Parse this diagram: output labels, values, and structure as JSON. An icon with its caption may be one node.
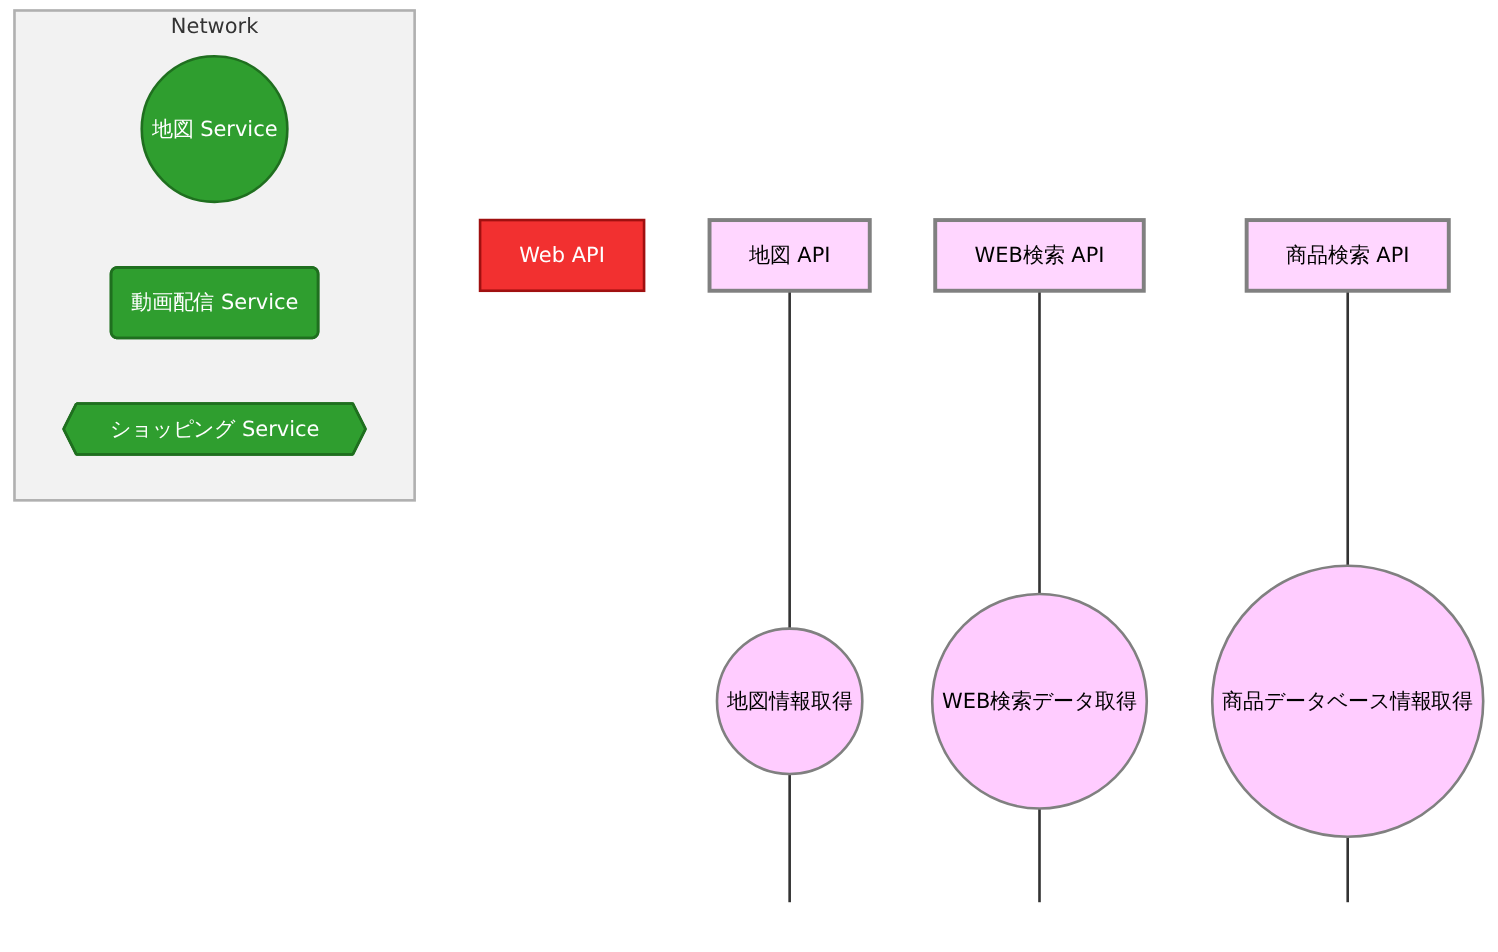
{
  "diagram": {
    "nodes": [
      {
        "text": [
          "Network"
        ]
      },
      {
        "text": [
          "地図 Service"
        ],
        "in": 0
      },
      {
        "text": [
          "動画配信 Service"
        ],
        "in": 0
      },
      {
        "text": [
          "ショッピング Service"
        ],
        "in": 0
      },
      {
        "text": [
          "Web API"
        ]
      },
      {
        "text": [
          "地図 API"
        ]
      },
      {
        "text": [
          "WEB検索 API"
        ]
      },
      {
        "text": [
          "商品検索 API"
        ]
      },
      {
        "text": [
          "地図情報取得"
        ]
      },
      {
        "text": [
          "WEB検索データ取得"
        ]
      },
      {
        "text": [
          "商品データベース情報取得"
        ]
      }
    ],
    "edges": [
      {
        "from": 5,
        "to": 8,
        "arrow": "none"
      },
      {
        "from": 6,
        "to": 9,
        "arrow": "none"
      },
      {
        "from": 7,
        "to": 10,
        "arrow": "none"
      },
      {
        "from": 8,
        "to": null,
        "arrow": "none"
      },
      {
        "from": 9,
        "to": null,
        "arrow": "none"
      },
      {
        "from": 10,
        "to": null,
        "arrow": "none"
      }
    ]
  }
}
